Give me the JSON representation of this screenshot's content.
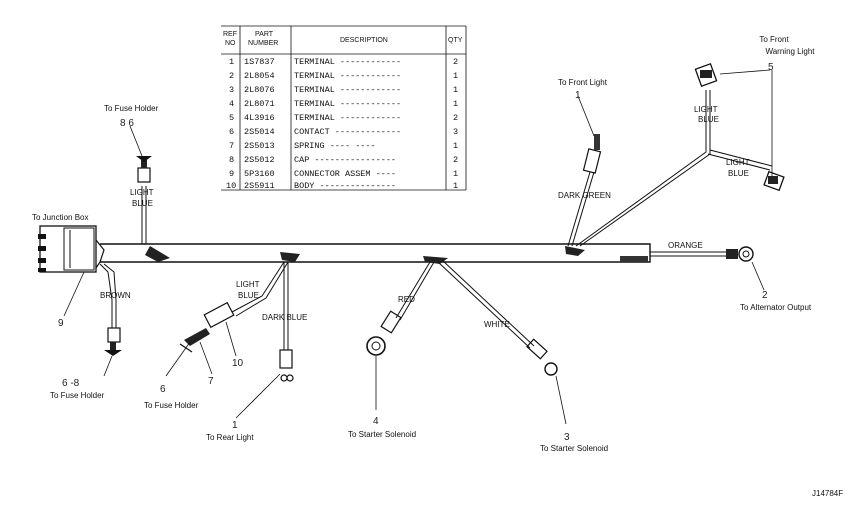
{
  "table": {
    "headers": {
      "ref_line1": "REF",
      "ref_line2": "NO",
      "part_line1": "PART",
      "part_line2": "NUMBER",
      "description": "DESCRIPTION",
      "qty": "QTY"
    },
    "rows": [
      {
        "ref": "1",
        "part": "1S7837",
        "desc": "TERMINAL ------------",
        "qty": "2"
      },
      {
        "ref": "2",
        "part": "2L8054",
        "desc": "TERMINAL ------------",
        "qty": "1"
      },
      {
        "ref": "3",
        "part": "2L8076",
        "desc": "TERMINAL ------------",
        "qty": "1"
      },
      {
        "ref": "4",
        "part": "2L8071",
        "desc": "TERMINAL ------------",
        "qty": "1"
      },
      {
        "ref": "5",
        "part": "4L3916",
        "desc": "TERMINAL ------------",
        "qty": "2"
      },
      {
        "ref": "6",
        "part": "2S5014",
        "desc": "CONTACT -------------",
        "qty": "3"
      },
      {
        "ref": "7",
        "part": "2S5013",
        "desc": "SPRING ---- ----",
        "qty": "1"
      },
      {
        "ref": "8",
        "part": "2S5012",
        "desc": "CAP ----------------",
        "qty": "2"
      },
      {
        "ref": "9",
        "part": "5P3160",
        "desc": "CONNECTOR ASSEM ----",
        "qty": "1"
      },
      {
        "ref": "10",
        "part": "2S5911",
        "desc": "BODY ---------------",
        "qty": "1"
      }
    ]
  },
  "labels": {
    "to_front_warning_line1": "To Front",
    "to_front_warning_line2": "Warning Light",
    "to_front_light": "To Front Light",
    "to_fuse_holder_top": "To Fuse Holder",
    "to_junction_box": "To Junction Box",
    "light_blue_1_line1": "LIGHT",
    "light_blue_1_line2": "BLUE",
    "light_blue_2_line1": "LIGHT",
    "light_blue_2_line2": "BLUE",
    "light_blue_3_line1": "LIGHT",
    "light_blue_3_line2": "BLUE",
    "light_blue_4_line1": "LIGHT",
    "light_blue_4_line2": "BLUE",
    "dark_green": "DARK GREEN",
    "orange": "ORANGE",
    "brown": "BROWN",
    "dark_blue": "DARK BLUE",
    "red": "RED",
    "white": "WHITE",
    "to_alternator_line1": "To Alternator Output",
    "to_fuse_holder_left": "To Fuse Holder",
    "to_fuse_holder_mid": "To Fuse Holder",
    "to_rear_light": "To Rear Light",
    "to_starter_solenoid_4": "To Starter Solenoid",
    "to_starter_solenoid_3": "To Starter Solenoid",
    "figure_id": "J14784F"
  },
  "callouts": {
    "c5": "5",
    "c1_top": "1",
    "c86": "8 6",
    "c9": "9",
    "c68": "6 -8",
    "c6": "6",
    "c7": "7",
    "c10": "10",
    "c1_bottom": "1",
    "c4": "4",
    "c3": "3",
    "c2": "2"
  }
}
